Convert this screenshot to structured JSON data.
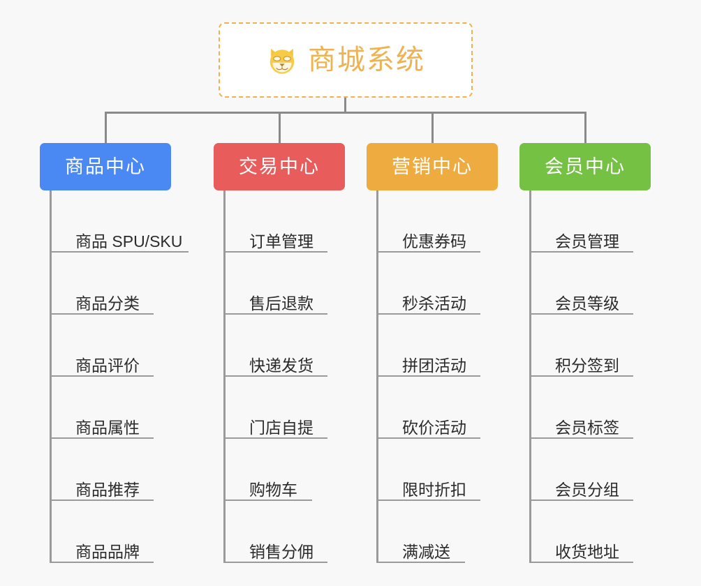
{
  "root": {
    "title": "商城系统",
    "icon": "dog-face-icon",
    "accent_color": "#eeb350",
    "border_color": "#f0b34a",
    "background": "#ffffff"
  },
  "page": {
    "background_color": "#f7f8f7",
    "connector_color": "#8a8a8a"
  },
  "columns": [
    {
      "key": "product-center",
      "title": "商品中心",
      "color": "#4a89f3",
      "items": [
        {
          "label": "商品 SPU/SKU",
          "width": "w-long"
        },
        {
          "label": "商品分类",
          "width": "w4"
        },
        {
          "label": "商品评价",
          "width": "w4"
        },
        {
          "label": "商品属性",
          "width": "w4"
        },
        {
          "label": "商品推荐",
          "width": "w4"
        },
        {
          "label": "商品品牌",
          "width": "w4"
        }
      ]
    },
    {
      "key": "trade-center",
      "title": "交易中心",
      "color": "#e85c5c",
      "items": [
        {
          "label": "订单管理",
          "width": "w4"
        },
        {
          "label": "售后退款",
          "width": "w4"
        },
        {
          "label": "快递发货",
          "width": "w4"
        },
        {
          "label": "门店自提",
          "width": "w4"
        },
        {
          "label": "购物车",
          "width": "w3"
        },
        {
          "label": "销售分佣",
          "width": "w4"
        }
      ]
    },
    {
      "key": "marketing-center",
      "title": "营销中心",
      "color": "#eeab3f",
      "items": [
        {
          "label": "优惠券码",
          "width": "w4"
        },
        {
          "label": "秒杀活动",
          "width": "w4"
        },
        {
          "label": "拼团活动",
          "width": "w4"
        },
        {
          "label": "砍价活动",
          "width": "w4"
        },
        {
          "label": "限时折扣",
          "width": "w4"
        },
        {
          "label": "满减送",
          "width": "w3"
        }
      ]
    },
    {
      "key": "member-center",
      "title": "会员中心",
      "color": "#74c143",
      "items": [
        {
          "label": "会员管理",
          "width": "w4"
        },
        {
          "label": "会员等级",
          "width": "w4"
        },
        {
          "label": "积分签到",
          "width": "w4"
        },
        {
          "label": "会员标签",
          "width": "w4"
        },
        {
          "label": "会员分组",
          "width": "w4"
        },
        {
          "label": "收货地址",
          "width": "w4"
        }
      ]
    }
  ]
}
